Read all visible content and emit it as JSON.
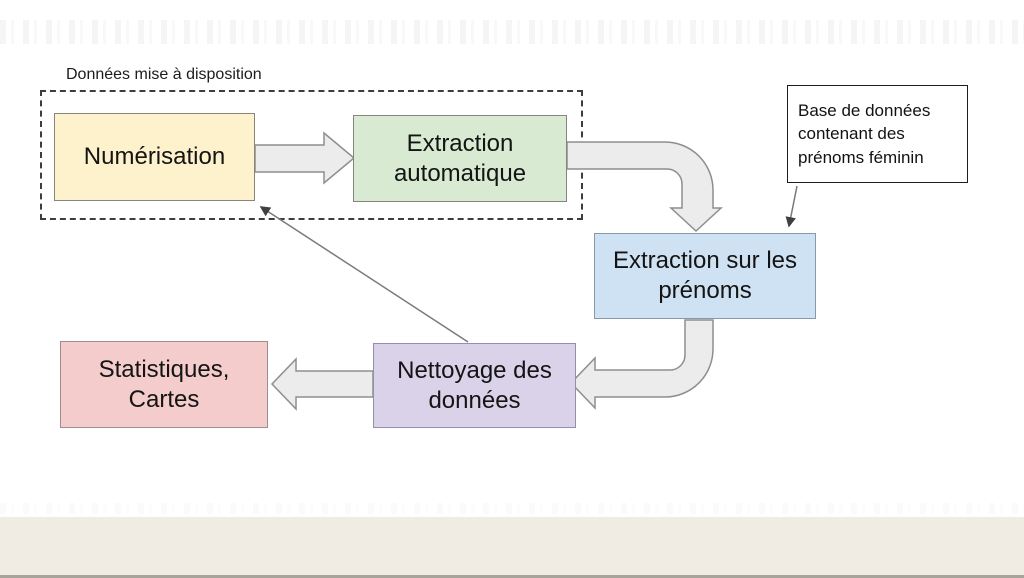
{
  "diagram": {
    "group_label": "Données mise à disposition",
    "nodes": [
      {
        "id": "numerisation",
        "label": "Numérisation",
        "fill": "#fdf2cc"
      },
      {
        "id": "extraction-automatique",
        "label": "Extraction automatique",
        "fill": "#d9ead3"
      },
      {
        "id": "extraction-prenoms",
        "label": "Extraction sur les prénoms",
        "fill": "#cfe2f3"
      },
      {
        "id": "nettoyage-donnees",
        "label": "Nettoyage des données",
        "fill": "#d9d2e9"
      },
      {
        "id": "statistiques-cartes",
        "label": "Statistiques, Cartes",
        "fill": "#f4cccc"
      }
    ],
    "annotation": {
      "label": "Base de données contenant des prénoms féminin",
      "fill": "#ffffff"
    },
    "edges": [
      {
        "from": "numerisation",
        "to": "extraction-automatique",
        "type": "block-arrow"
      },
      {
        "from": "extraction-automatique",
        "to": "extraction-prenoms",
        "type": "block-arrow-curved"
      },
      {
        "from": "extraction-prenoms",
        "to": "nettoyage-donnees",
        "type": "block-arrow-curved"
      },
      {
        "from": "nettoyage-donnees",
        "to": "statistiques-cartes",
        "type": "block-arrow"
      },
      {
        "from": "annotation",
        "to": "extraction-prenoms",
        "type": "thin-arrow"
      },
      {
        "from": "nettoyage-donnees",
        "to": "numerisation",
        "type": "thin-arrow"
      }
    ],
    "colors": {
      "block_arrow_fill": "#ececec",
      "block_arrow_stroke": "#8e8e8e",
      "thin_arrow": "#7a7a7a",
      "bottom_bar": "#f0ece3",
      "bottom_bar_edge": "#a8a49c"
    }
  }
}
